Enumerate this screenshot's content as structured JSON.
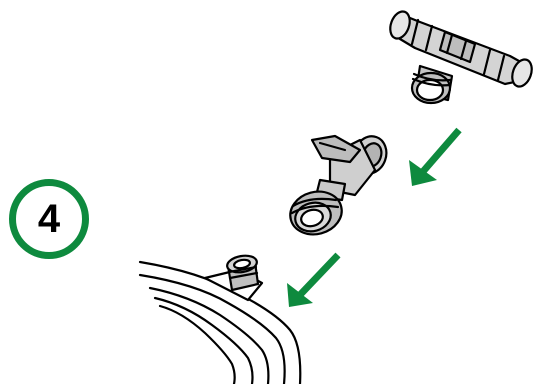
{
  "step": {
    "number": "4"
  },
  "colors": {
    "accent": "#0e8a3e",
    "line": "#000000",
    "part_fill": "#c9c9c9",
    "background": "#ffffff"
  },
  "parts": [
    {
      "name": "tee-connector"
    },
    {
      "name": "shutoff-valve"
    },
    {
      "name": "hose-fitting"
    }
  ],
  "arrows": [
    {
      "name": "arrow-tee-to-valve",
      "direction": "down-left"
    },
    {
      "name": "arrow-valve-to-hose",
      "direction": "down-left"
    }
  ]
}
